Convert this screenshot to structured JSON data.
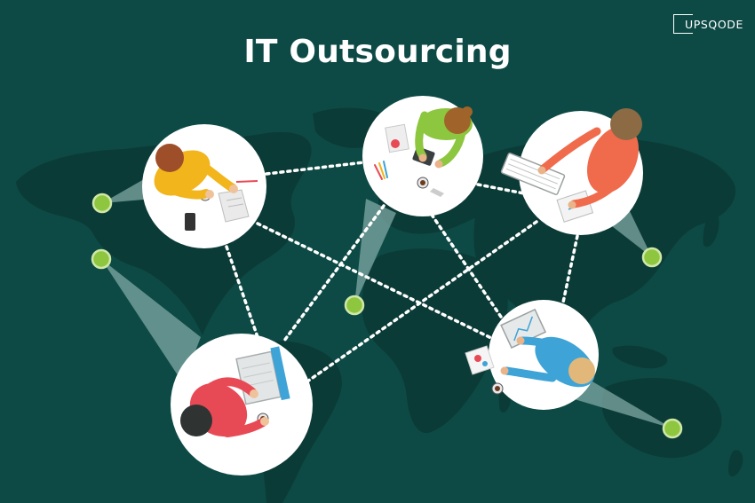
{
  "brand": {
    "logo_text": "UPSQODE"
  },
  "title": "IT Outsourcing",
  "colors": {
    "background": "#0d4a45",
    "map": "#0b3b37",
    "beam": "#7fa8a4",
    "pin": "#8ec63f",
    "circle": "#ffffff",
    "connector": "#ffffff"
  },
  "workers": [
    {
      "name": "worker-yellow",
      "shirt": "#f2b51b",
      "hair": "#9e4f2a",
      "device": "phone"
    },
    {
      "name": "worker-green",
      "shirt": "#8dc63f",
      "hair": "#a0642a",
      "device": "tablet"
    },
    {
      "name": "worker-orange",
      "shirt": "#f06a4c",
      "hair": "#8b6a44",
      "device": "keyboard"
    },
    {
      "name": "worker-red",
      "shirt": "#e84a55",
      "hair": "#2f3433",
      "device": "laptop"
    },
    {
      "name": "worker-blue",
      "shirt": "#3ea3d6",
      "hair": "#e2b87a",
      "device": "monitor"
    }
  ]
}
